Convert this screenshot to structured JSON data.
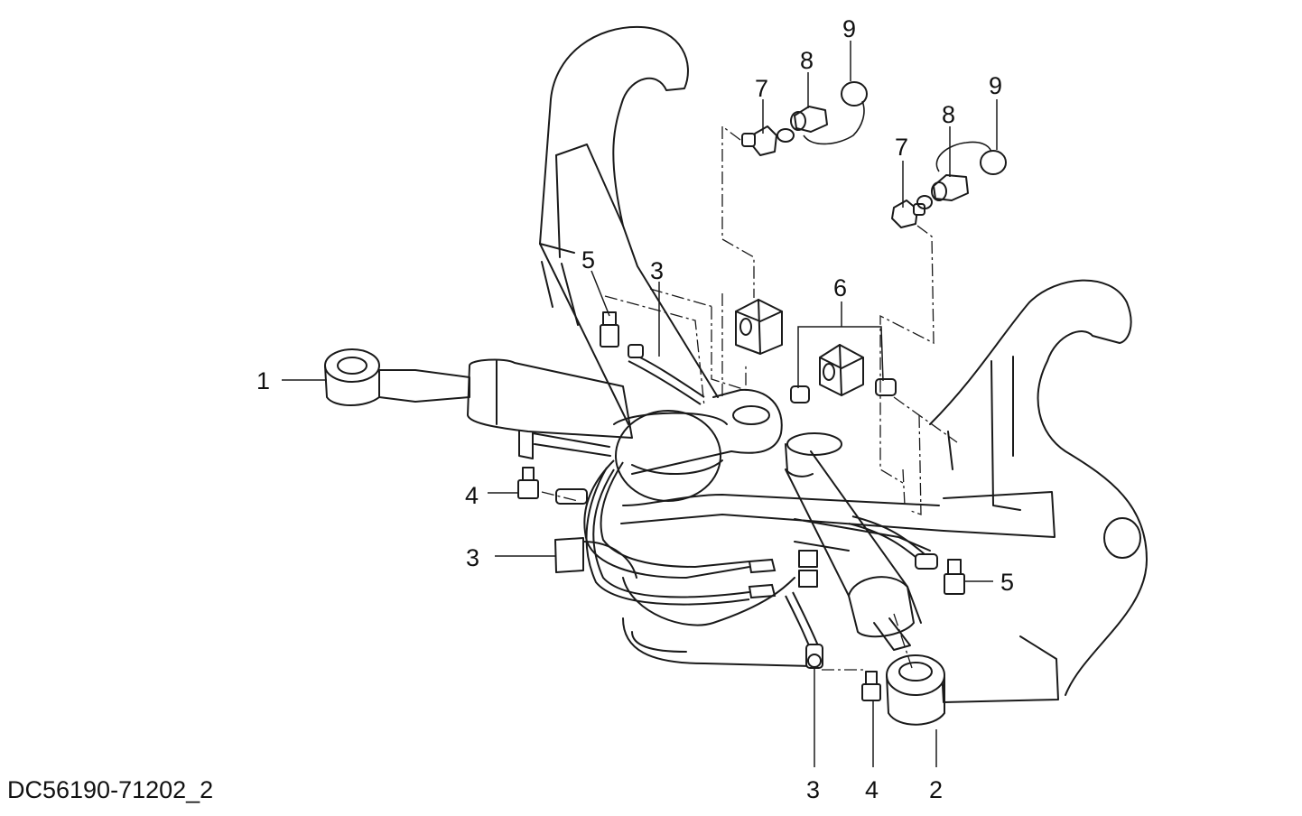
{
  "diagram": {
    "code": "DC56190-71202_2",
    "callouts": [
      {
        "id": "c1",
        "label": "1"
      },
      {
        "id": "c2",
        "label": "2"
      },
      {
        "id": "c3a",
        "label": "3"
      },
      {
        "id": "c3b",
        "label": "3"
      },
      {
        "id": "c3c",
        "label": "3"
      },
      {
        "id": "c4a",
        "label": "4"
      },
      {
        "id": "c4b",
        "label": "4"
      },
      {
        "id": "c5a",
        "label": "5"
      },
      {
        "id": "c5b",
        "label": "5"
      },
      {
        "id": "c6",
        "label": "6"
      },
      {
        "id": "c7a",
        "label": "7"
      },
      {
        "id": "c7b",
        "label": "7"
      },
      {
        "id": "c8a",
        "label": "8"
      },
      {
        "id": "c8b",
        "label": "8"
      },
      {
        "id": "c9a",
        "label": "9"
      },
      {
        "id": "c9b",
        "label": "9"
      }
    ]
  }
}
